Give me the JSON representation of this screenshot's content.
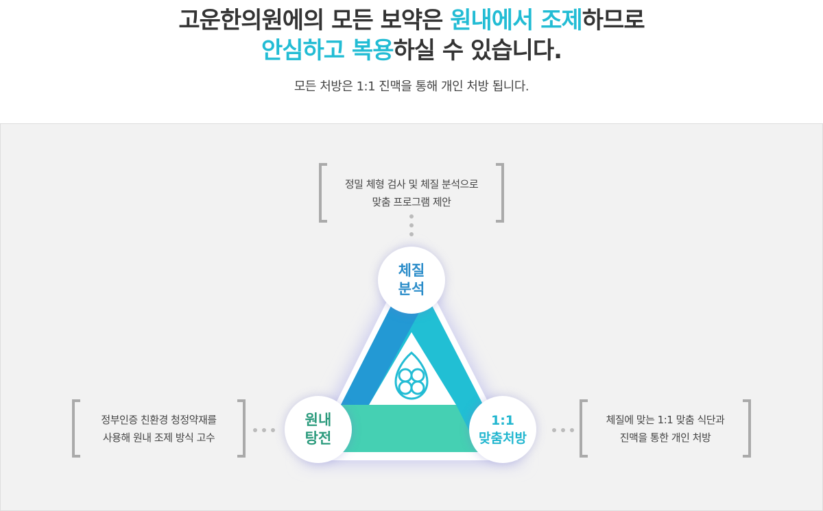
{
  "header": {
    "line1_a": "고운한의원에의 모든 보약은 ",
    "line1_accent": "원내에서 조제",
    "line1_b": "하므로",
    "line2_accent": "안심하고 복용",
    "line2_b": "하실 수 있습니다.",
    "subtitle": "모든 처방은 1:1 진맥을 통해 개인 처방 됩니다."
  },
  "diagram": {
    "top_note": "정밀 체형 검사 및 체질 분석으로\n맞춤 프로그램 제안",
    "left_note": "정부인증 친환경 청정약재를\n사용해 원내 조제 방식 고수",
    "right_note": "체질에 맞는 1:1 맞춤 식단과\n진맥을 통한 개인 처방",
    "node_top": "체질\n분석",
    "node_left": "원내\n탕전",
    "node_right": "1:1\n맞춤처방",
    "colors": {
      "blue": "#2399d4",
      "cyan": "#21bfd4",
      "green": "#45d0b3",
      "accent": "#22bcd4"
    }
  }
}
